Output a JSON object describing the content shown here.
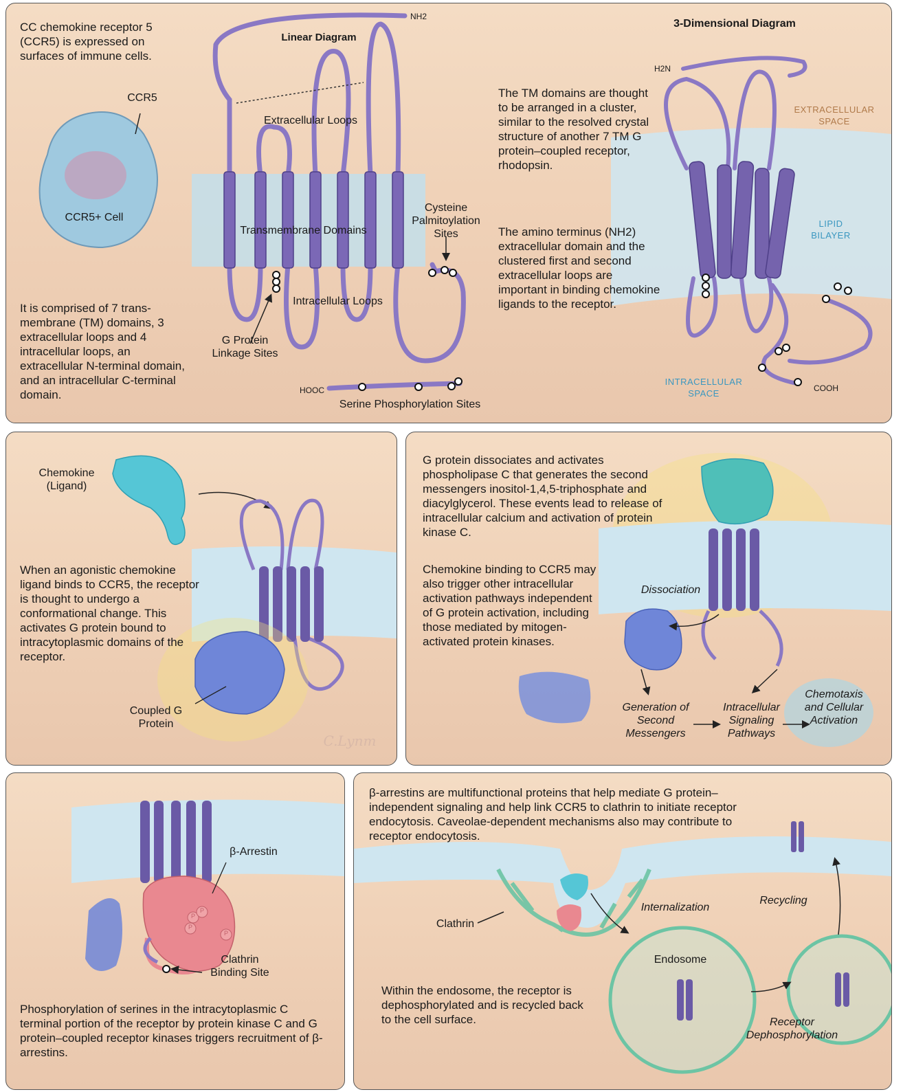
{
  "panel1": {
    "intro": "CC chemokine receptor 5 (CCR5) is expressed on surfaces of immune cells.",
    "ccr5_label": "CCR5",
    "cell_label": "CCR5+ Cell",
    "composition": "It is comprised of 7 trans-membrane (TM) domains, 3 extracellular loops and 4 intracellular loops, an extracellular N-terminal domain, and an intracellular C-terminal domain.",
    "linear_title": "Linear Diagram",
    "nh2": "NH2",
    "extracellular_loops": "Extracellular Loops",
    "transmembrane_domains": "Transmembrane Domains",
    "intracellular_loops": "Intracellular Loops",
    "cysteine_sites": "Cysteine Palmitoylation Sites",
    "g_protein_sites": "G Protein Linkage Sites",
    "hooc": "HOOC",
    "serine_sites": "Serine Phosphorylation Sites",
    "threed_title": "3-Dimensional Diagram",
    "h2n": "H2N",
    "tm_cluster": "The TM domains are thought to be arranged in a cluster, similar to the resolved crystal structure of another 7 TM G protein–coupled receptor, rhodopsin.",
    "amino_terminus": "The amino terminus (NH2) extracellular domain and the clustered first and second extracellular loops are important in binding chemokine ligands to the receptor.",
    "extracellular_space": "EXTRACELLULAR SPACE",
    "lipid_bilayer": "LIPID BILAYER",
    "intracellular_space": "INTRACELLULAR SPACE",
    "cooh": "COOH"
  },
  "panel2": {
    "chemokine_label": "Chemokine (Ligand)",
    "text": "When an agonistic chemokine ligand binds to CCR5, the receptor is thought to undergo a conformational change. This activates G protein bound to intracytoplasmic domains of the receptor.",
    "g_protein_label": "Coupled G Protein",
    "signature": "C.Lynm"
  },
  "panel3": {
    "text1": "G protein dissociates and activates phospholipase C that generates the second messengers inositol-1,4,5-triphosphate and diacylglycerol. These events lead to release of intracellular calcium and activation of protein kinase C.",
    "text2": "Chemokine binding to CCR5 may also trigger other intracellular activation pathways independent of G protein activation, including those mediated by mitogen-activated protein kinases.",
    "dissociation": "Dissociation",
    "second_messengers": "Generation of Second Messengers",
    "signaling": "Intracellular Signaling Pathways",
    "chemotaxis": "Chemotaxis and Cellular Activation"
  },
  "panel4": {
    "arrestin_label": "β-Arrestin",
    "clathrin_site": "Clathrin Binding Site",
    "text": "Phosphorylation of serines in the intracytoplasmic C terminal portion of the receptor by protein kinase C and G protein–coupled receptor kinases triggers recruitment of β-arrestins.",
    "p": "P"
  },
  "panel5": {
    "text1": "β-arrestins are multifunctional proteins that help mediate G protein–independent signaling and help link CCR5 to clathrin to initiate receptor endocytosis. Caveolae-dependent mechanisms also may contribute to receptor endocytosis.",
    "clathrin": "Clathrin",
    "internalization": "Internalization",
    "recycling": "Recycling",
    "endosome": "Endosome",
    "text2": "Within the endosome, the receptor is dephosphorylated and is recycled back to the cell surface.",
    "dephosphorylation": "Receptor Dephosphorylation"
  },
  "colors": {
    "receptor": "#8a78c4",
    "receptor_dark": "#5f4f9a",
    "membrane": "#bfe0ef",
    "chemokine": "#55c6d6",
    "g_protein": "#6f86d8",
    "arrestin": "#e98890",
    "clathrin": "#6cc4a4"
  }
}
